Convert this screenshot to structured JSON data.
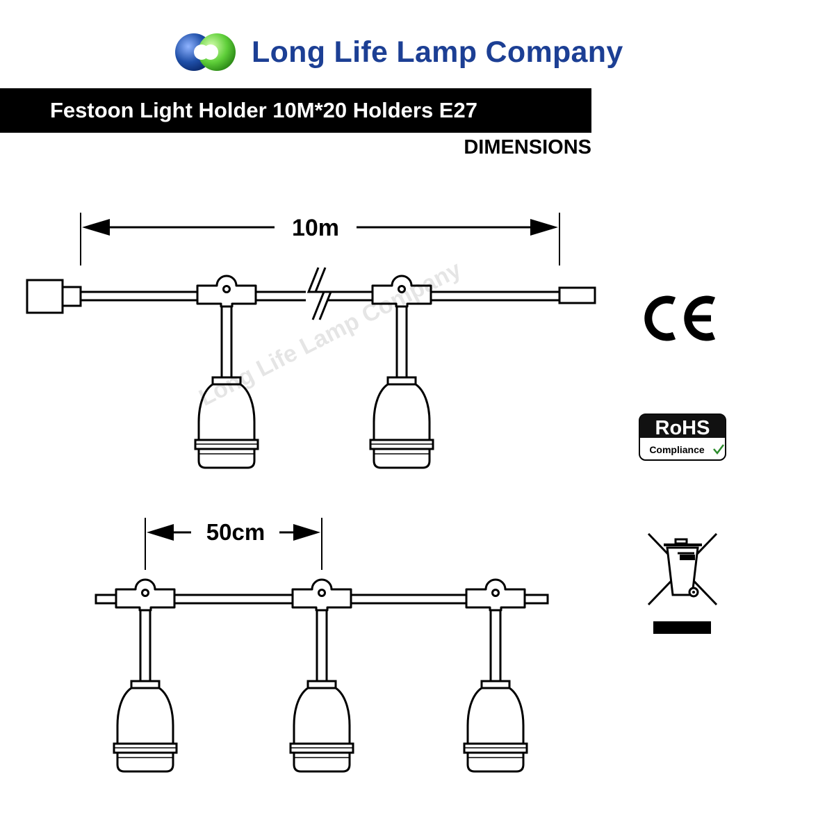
{
  "brand": {
    "name": "Long Life Lamp Company",
    "logo_colors": {
      "blue": "#1f4fa8",
      "green": "#5fcf3a"
    },
    "text_color": "#1c3f94"
  },
  "title": "Festoon Light Holder 10M*20 Holders E27",
  "subtitle": "DIMENSIONS",
  "diagram_top": {
    "length_label": "10m",
    "holders_shown": 2
  },
  "diagram_bottom": {
    "spacing_label": "50cm",
    "holders_shown": 3
  },
  "watermark": "Long Life Lamp Company",
  "certifications": {
    "ce": "CE",
    "rohs": {
      "title": "RoHS",
      "subtitle": "Compliance"
    },
    "weee": "weee-crossed-bin-icon"
  }
}
